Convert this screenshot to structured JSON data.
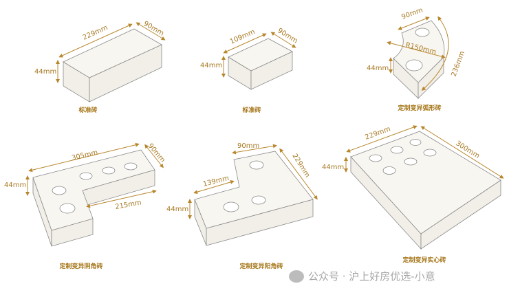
{
  "bricks": [
    {
      "label": "标准砖",
      "length": "229mm",
      "width": "90mm",
      "height": "44mm"
    },
    {
      "label": "标准砖",
      "length": "109mm",
      "width": "90mm",
      "height": "44mm"
    },
    {
      "label": "定制变异弧形砖",
      "width": "90mm",
      "radius": "R150mm",
      "arc": "236mm",
      "height": "44mm"
    },
    {
      "label": "定制变异阴角砖",
      "length": "305mm",
      "width": "90mm",
      "inner": "215mm",
      "height": "44mm"
    },
    {
      "label": "定制变异阳角砖",
      "width": "90mm",
      "length": "229mm",
      "inner": "139mm",
      "height": "44mm"
    },
    {
      "label": "定制变异实心砖",
      "length": "229mm",
      "width": "300mm",
      "height": "44mm"
    }
  ],
  "watermark": "公众号 · 沪上好房优选-小意",
  "colors": {
    "dimension": "#b8862b",
    "label": "#a57517"
  }
}
